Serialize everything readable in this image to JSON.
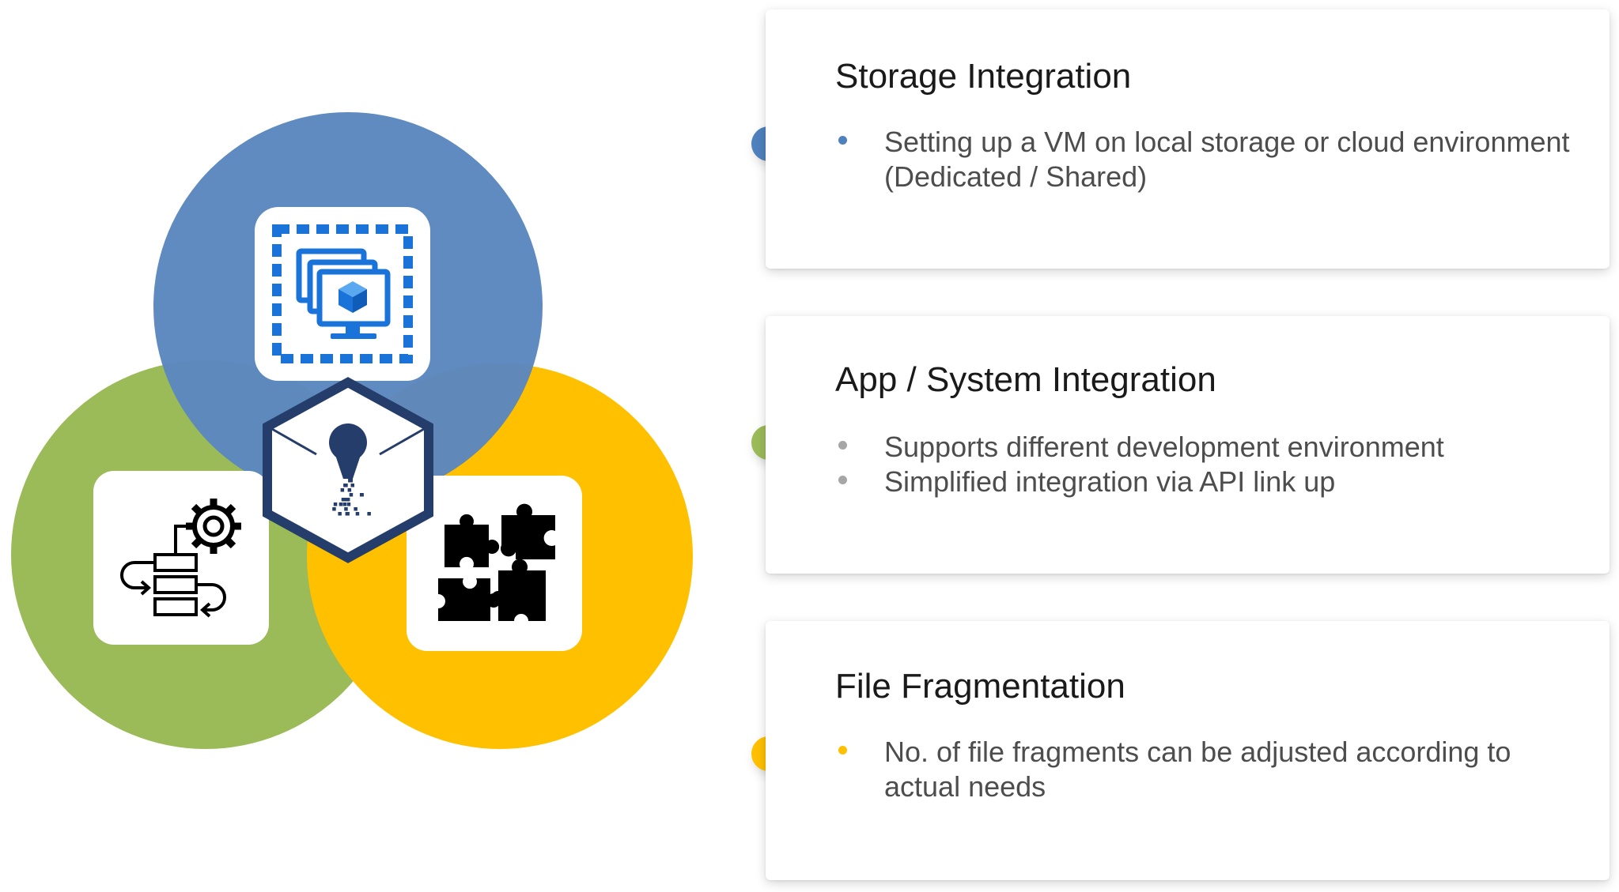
{
  "colors": {
    "blue": "#5b87bf",
    "green": "#9bbb59",
    "yellow": "#ffc000",
    "navy": "#253d6b",
    "azure": "#1a73d9",
    "gray_bullet": "#a6a6a6"
  },
  "venn": {
    "circles": [
      {
        "name": "storage",
        "color": "#5b87bf"
      },
      {
        "name": "app-system",
        "color": "#9bbb59"
      },
      {
        "name": "file-fragmentation",
        "color": "#ffc000"
      }
    ],
    "icons": {
      "storage": "virtual-machine-icon",
      "app_system": "workflow-gear-icon",
      "file_fragmentation": "puzzle-pieces-icon",
      "center": "fragmented-file-hexagon-icon"
    }
  },
  "cards": [
    {
      "title": "Storage Integration",
      "marker_color": "#4f81bd",
      "bullet_color": "#4f81bd",
      "bullets": [
        "Setting up a VM  on local storage or cloud environment (Dedicated / Shared)"
      ]
    },
    {
      "title": "App / System Integration",
      "marker_color": "#9bbb59",
      "bullet_color": "#a6a6a6",
      "bullets": [
        "Supports different development environment",
        "Simplified integration via API link up"
      ]
    },
    {
      "title": "File Fragmentation",
      "marker_color": "#ffc000",
      "bullet_color": "#ffc000",
      "bullets": [
        "No. of file fragments can be adjusted according to actual needs"
      ]
    }
  ]
}
